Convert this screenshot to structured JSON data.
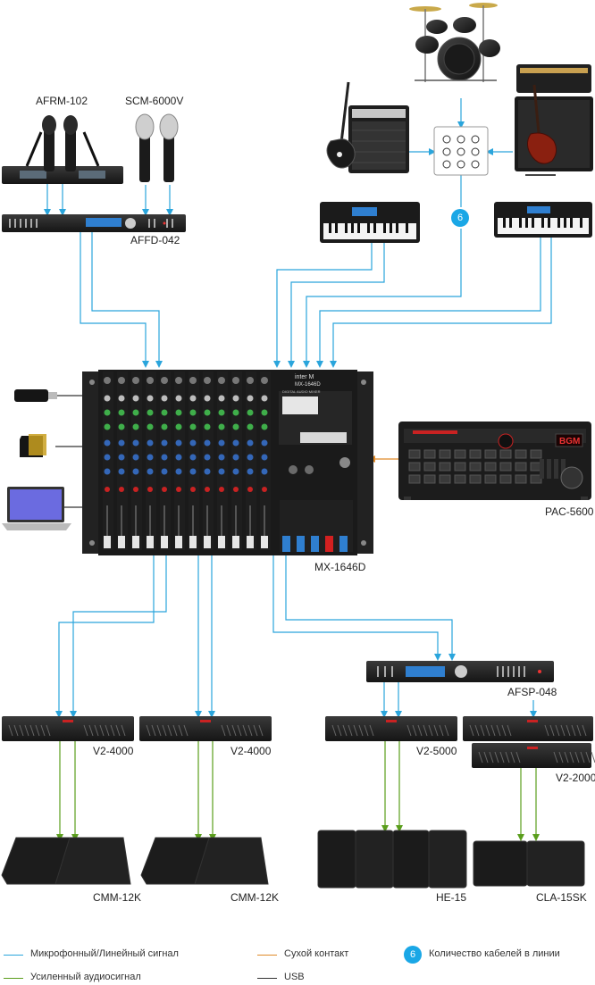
{
  "colors": {
    "signal": "#2aa5dc",
    "amplified": "#5a9e1c",
    "dry_contact": "#e08a28",
    "usb": "#333333",
    "badge": "#1aa7e6"
  },
  "devices": {
    "afrm": "AFRM-102",
    "scm": "SCM-6000V",
    "affd": "AFFD-042",
    "pac": "PAC-5600",
    "mixer": "MX-1646D",
    "afsp": "AFSP-048",
    "amp1": "V2-4000",
    "amp2": "V2-4000",
    "amp3": "V2-5000",
    "amp4": "V2-2000",
    "spk1": "CMM-12K",
    "spk2": "CMM-12K",
    "spk3": "HE-15",
    "spk4": "CLA-15SK"
  },
  "mixer_panel": {
    "brand": "inter M",
    "model": "MX-1646D",
    "subtitle": "DIGITAL AUDIO MIXER"
  },
  "pac_display": "BGM",
  "badge_value": "6",
  "legend": {
    "signal": "Микрофонный/Линейный сигнал",
    "dry": "Сухой контакт",
    "badge_value": "6",
    "badge_text": "Количество кабелей в линии",
    "amplified": "Усиленный аудиосигнал",
    "usb": "USB"
  }
}
